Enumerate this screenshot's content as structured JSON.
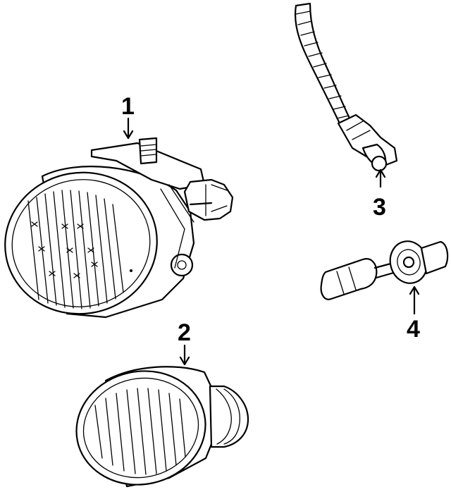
{
  "callouts": [
    {
      "id": "1",
      "label": "1"
    },
    {
      "id": "2",
      "label": "2"
    },
    {
      "id": "3",
      "label": "3"
    },
    {
      "id": "4",
      "label": "4"
    }
  ],
  "parts": [
    {
      "callout": "1",
      "icon": "fog-lamp-assembly-icon"
    },
    {
      "callout": "2",
      "icon": "lamp-lens-cover-icon"
    },
    {
      "callout": "3",
      "icon": "wiring-harness-socket-icon"
    },
    {
      "callout": "4",
      "icon": "bulb-icon"
    }
  ],
  "colors": {
    "ink": "#000000",
    "paper": "#ffffff"
  }
}
